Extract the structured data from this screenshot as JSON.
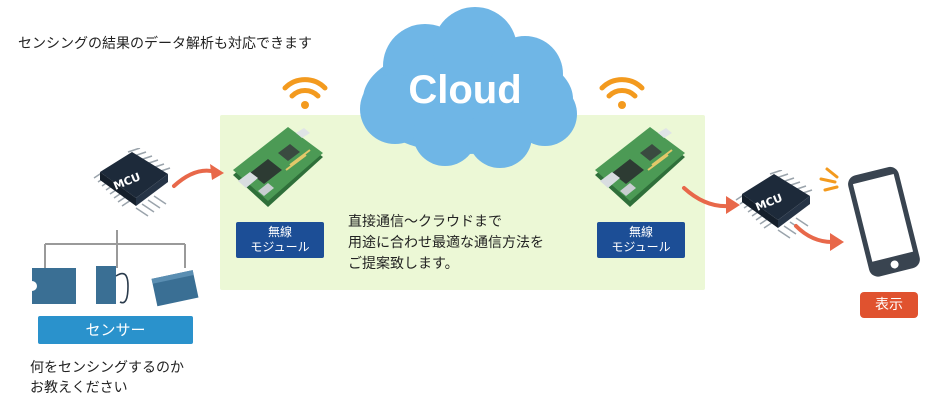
{
  "top_caption": "センシングの結果のデータ解析も対応できます",
  "cloud": {
    "label": "Cloud"
  },
  "wireless_module_left": {
    "label_line1": "無線",
    "label_line2": "モジュール"
  },
  "wireless_module_right": {
    "label_line1": "無線",
    "label_line2": "モジュール"
  },
  "mcu_left": {
    "label": "MCU"
  },
  "mcu_right": {
    "label": "MCU"
  },
  "panel_text": {
    "line1": "直接通信〜クラウドまで",
    "line2": "用途に合わせ最適な通信方法を",
    "line3": "ご提案致します。"
  },
  "sensor": {
    "label": "センサー"
  },
  "sensor_caption": {
    "line1": "何をセンシングするのか",
    "line2": "お教えください"
  },
  "display": {
    "label": "表示"
  },
  "colors": {
    "panel": "#ecf8d6",
    "cloud": "#6fb6e6",
    "wifi": "#f39a1e",
    "arrow": "#e8684a",
    "module_label": "#1c4e96",
    "sensor_label": "#2a92cc",
    "display_label": "#e0522f",
    "board": "#3f8a4a"
  }
}
